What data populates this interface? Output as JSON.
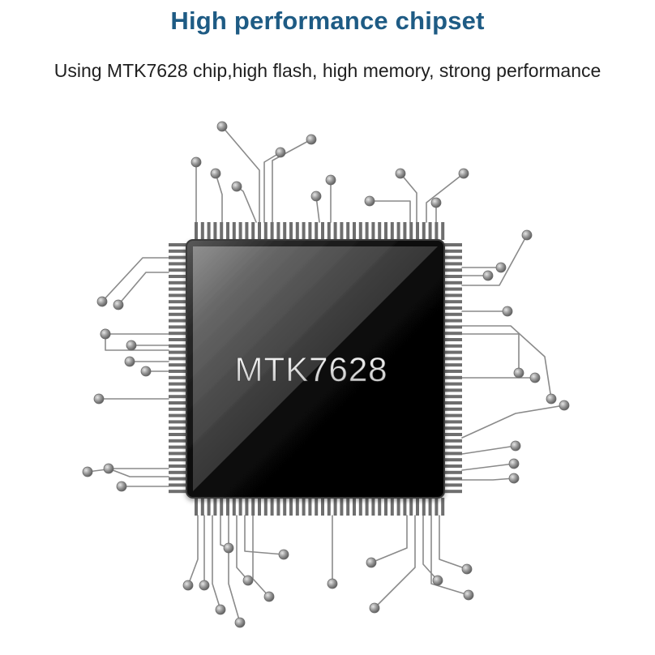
{
  "header": {
    "title": "High performance chipset",
    "subtitle": "Using MTK7628 chip,high flash, high memory, strong performance"
  },
  "chip": {
    "label": "MTK7628"
  },
  "colors": {
    "title": "#1e5b84",
    "subtitle": "#1f1f1f",
    "chip_body": "#0a0a0a",
    "pins": "#6e6e6e",
    "traces": "#8a8a8a",
    "nodes": "#8c8c8c"
  }
}
